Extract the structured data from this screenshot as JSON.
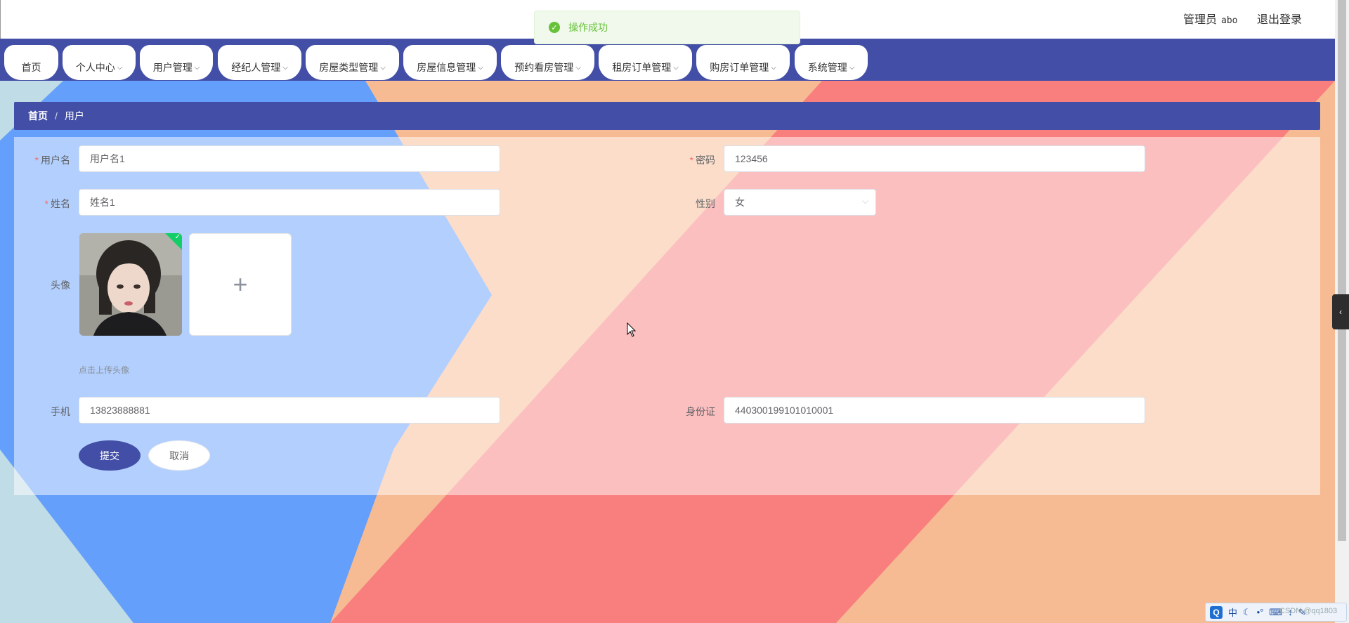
{
  "header": {
    "admin_label": "管理员",
    "username": "abo",
    "logout_label": "退出登录"
  },
  "toast": {
    "message": "操作成功",
    "type": "success"
  },
  "nav": {
    "items": [
      {
        "label": "首页",
        "has_dropdown": false
      },
      {
        "label": "个人中心",
        "has_dropdown": true
      },
      {
        "label": "用户管理",
        "has_dropdown": true
      },
      {
        "label": "经纪人管理",
        "has_dropdown": true
      },
      {
        "label": "房屋类型管理",
        "has_dropdown": true
      },
      {
        "label": "房屋信息管理",
        "has_dropdown": true
      },
      {
        "label": "预约看房管理",
        "has_dropdown": true
      },
      {
        "label": "租房订单管理",
        "has_dropdown": true
      },
      {
        "label": "购房订单管理",
        "has_dropdown": true
      },
      {
        "label": "系统管理",
        "has_dropdown": true
      }
    ]
  },
  "breadcrumb": {
    "home": "首页",
    "separator": "/",
    "current": "用户"
  },
  "form": {
    "username": {
      "label": "用户名",
      "required": true,
      "value": "用户名1"
    },
    "password": {
      "label": "密码",
      "required": true,
      "value": "123456"
    },
    "name": {
      "label": "姓名",
      "required": true,
      "value": "姓名1"
    },
    "gender": {
      "label": "性别",
      "value": "女"
    },
    "avatar": {
      "label": "头像",
      "hint": "点击上传头像",
      "upload_icon": "plus-icon"
    },
    "phone": {
      "label": "手机",
      "value": "13823888881"
    },
    "id_card": {
      "label": "身份证",
      "value": "440300199101010001"
    },
    "submit_label": "提交",
    "cancel_label": "取消"
  },
  "ime": {
    "logo": "Q",
    "lang": "中",
    "moon": "☾",
    "dot": "•°",
    "kb": "⌨",
    "arrow": "↕",
    "more": "✎"
  },
  "watermark": "CSDN @qq1803",
  "colors": {
    "primary": "#434fa7",
    "success": "#67c23a",
    "required": "#f56c6c",
    "bg_blue": "#649ffb",
    "bg_peach": "#f6bb93",
    "bg_coral": "#f97f7f",
    "bg_light_cyan": "#c0dce6"
  }
}
